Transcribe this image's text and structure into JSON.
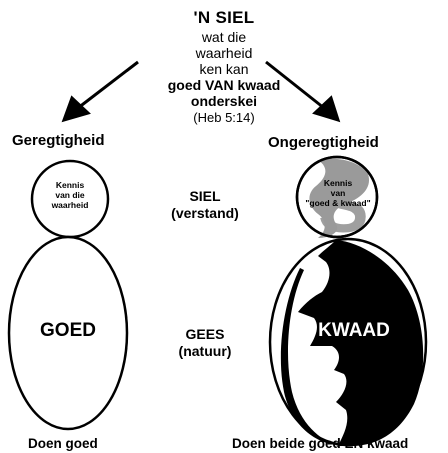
{
  "title": "'N SIEL",
  "subtitle_lines": [
    "wat die",
    "waarheid",
    "ken kan",
    "goed VAN kwaad",
    "onderskei",
    "(Heb 5:14)"
  ],
  "left": {
    "heading": "Geregtigheid",
    "soul_text": [
      "Kennis",
      "van die",
      "waarheid"
    ],
    "spirit_text": "GOED",
    "footer": "Doen goed"
  },
  "right": {
    "heading": "Ongeregtigheid",
    "soul_text": [
      "Kennis",
      "van",
      "\"goed & kwaad\""
    ],
    "soul_letter": "S",
    "spirit_text": "KWAAD",
    "footer": "Doen beide goed EN kwaad"
  },
  "middle": {
    "soul_label": [
      "SIEL",
      "(verstand)"
    ],
    "spirit_label": [
      "GEES",
      "(natuur)"
    ]
  },
  "colors": {
    "ink": "#000000",
    "grey": "#9a9a9a",
    "paper": "#ffffff"
  }
}
